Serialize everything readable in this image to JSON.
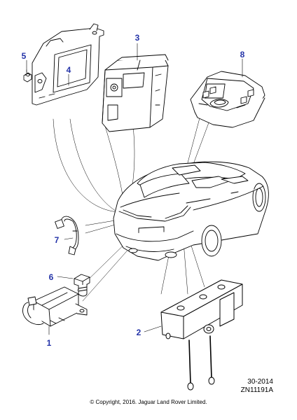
{
  "callouts": {
    "c1": "1",
    "c2": "2",
    "c3": "3",
    "c4": "4",
    "c5": "5",
    "c6": "6",
    "c7": "7",
    "c8": "8"
  },
  "reference": {
    "date_code": "30-2014",
    "drawing_id": "ZN11191A"
  },
  "copyright": "© Copyright, 2016. Jaguar Land Rover Limited.",
  "colors": {
    "callout": "#2433a8",
    "line": "#000000",
    "fill": "#ffffff"
  }
}
